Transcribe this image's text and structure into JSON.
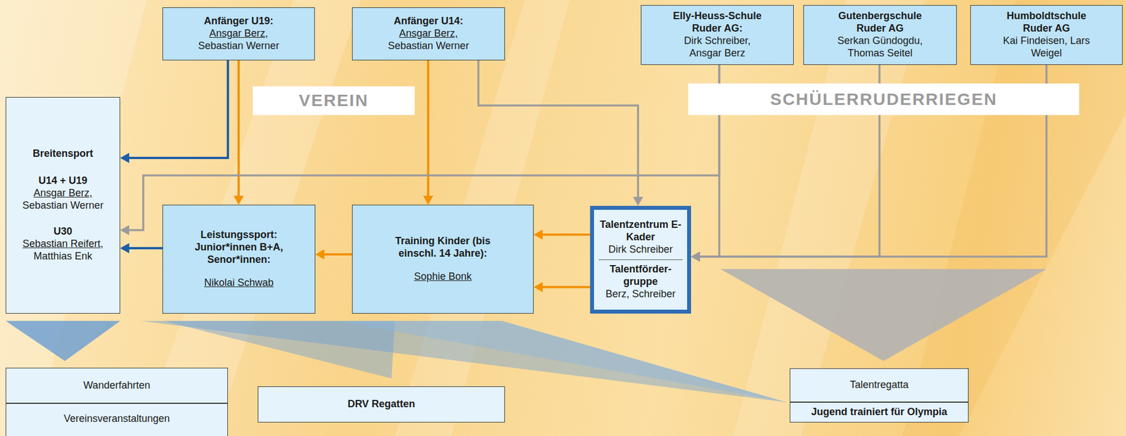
{
  "diagram": {
    "nodes": [
      {
        "text": [
          "Anfänger U19:",
          "Ansgar Berz,",
          "Sebastian Werner"
        ]
      },
      {
        "text": [
          "Anfänger U14:",
          "Ansgar Berz,",
          "Sebastian Werner"
        ]
      },
      {
        "text": [
          "Elly-Heuss-Schule Ruder AG:",
          "Dirk Schreiber, Ansgar Berz"
        ]
      },
      {
        "text": [
          "Gutenbergschule Ruder AG",
          "Serkan Gündogdu, Thomas Seitel"
        ]
      },
      {
        "text": [
          "Humboldtschule Ruder AG",
          "Kai Findeisen, Lars Weigel"
        ]
      },
      {
        "text": [
          "VEREIN"
        ]
      },
      {
        "text": [
          "SCHÜLERRUDERRIEGEN"
        ]
      },
      {
        "text": [
          "Breitensport",
          "U14 + U19",
          "Ansgar Berz,",
          "Sebastian Werner",
          "U30",
          "Sebastian Reifert,",
          "Matthias Enk"
        ]
      },
      {
        "text": [
          "Leistungssport: Junior*innen B+A, Senor*innen:",
          "Nikolai Schwab"
        ]
      },
      {
        "text": [
          "Training Kinder (bis einschl. 14 Jahre):",
          "Sophie Bonk"
        ]
      },
      {
        "text": [
          "Talentzentrum E-Kader",
          "Dirk Schreiber",
          "Talentförder- gruppe",
          "Berz, Schreiber"
        ]
      },
      {
        "text": [
          "Wanderfahrten"
        ]
      },
      {
        "text": [
          "Vereinsveranstaltungen"
        ]
      },
      {
        "text": [
          "DRV Regatten"
        ]
      },
      {
        "text": [
          "Talentregatta"
        ]
      },
      {
        "text": [
          "Jugend trainiert für Olympia"
        ]
      }
    ],
    "edges": [
      {
        "from": 0,
        "to": 7,
        "arrow": "to"
      },
      {
        "from": 0,
        "to": 8,
        "arrow": "to"
      },
      {
        "from": 1,
        "to": 9,
        "arrow": "to"
      },
      {
        "from": 1,
        "to": 10,
        "arrow": "to"
      },
      {
        "from": 2,
        "to": 7,
        "arrow": "to"
      },
      {
        "from": 2,
        "to": 10,
        "arrow": "to"
      },
      {
        "from": 3,
        "to": 10,
        "arrow": "to"
      },
      {
        "from": 4,
        "to": 10,
        "arrow": "to"
      },
      {
        "from": 8,
        "to": 7,
        "arrow": "to"
      },
      {
        "from": 9,
        "to": 8,
        "arrow": "to"
      },
      {
        "from": 10,
        "to": 9,
        "arrow": "to"
      },
      {
        "from": 10,
        "to": 9,
        "arrow": "to"
      }
    ]
  }
}
